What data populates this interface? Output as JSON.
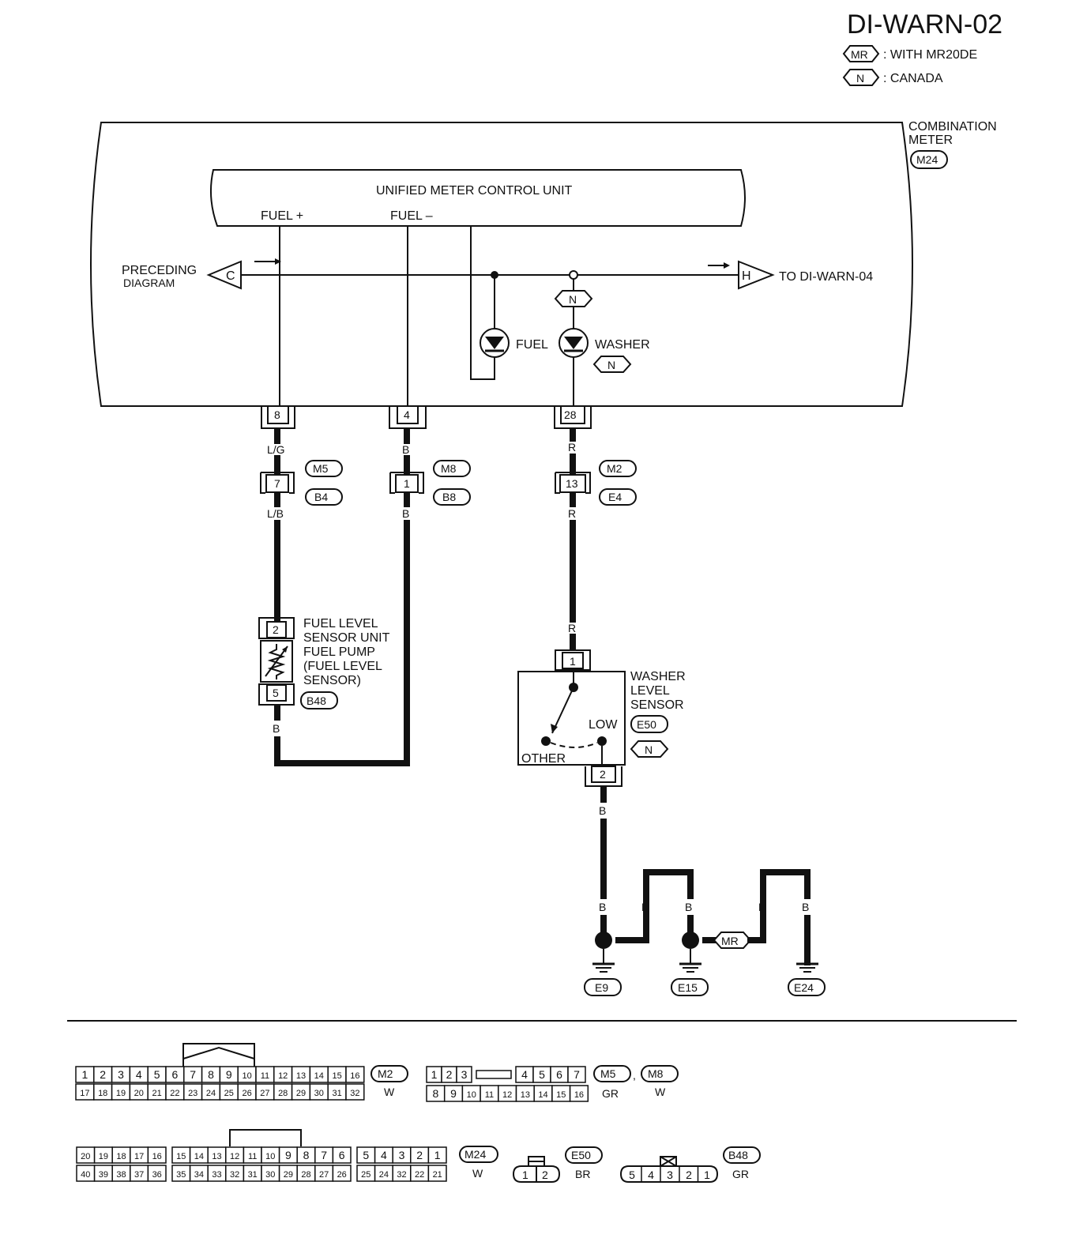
{
  "header": {
    "title": "DI-WARN-02",
    "legend": [
      {
        "tag": "MR",
        "text": ": WITH MR20DE"
      },
      {
        "tag": "N",
        "text": ": CANADA"
      }
    ]
  },
  "combination_meter": {
    "label_line1": "COMBINATION",
    "label_line2": "METER",
    "connector": "M24",
    "control_unit": "UNIFIED METER CONTROL UNIT",
    "fuel_plus": "FUEL +",
    "fuel_minus": "FUEL –",
    "preceding_line1": "PRECEDING",
    "preceding_line2": "DIAGRAM",
    "preceding_flag": "C",
    "to_flag": "H",
    "to_label": "TO DI-WARN-04",
    "fuel_lamp": "FUEL",
    "washer_lamp": "WASHER",
    "canada_tag": "N",
    "pins": [
      "8",
      "4",
      "28"
    ]
  },
  "wires": {
    "col1": {
      "top_color": "L/G",
      "joint_pin": "7",
      "joint_conn_a": "M5",
      "joint_conn_b": "B4",
      "bottom_color": "L/B",
      "sensor_color": "B"
    },
    "col2": {
      "top_color": "B",
      "joint_pin": "1",
      "joint_conn_a": "M8",
      "joint_conn_b": "B8",
      "bottom_color": "B"
    },
    "col3": {
      "top_color": "R",
      "joint_pin": "13",
      "joint_conn_a": "M2",
      "joint_conn_b": "E4",
      "bottom_color": "R",
      "sensor_in_color": "R",
      "sensor_out_color": "B"
    }
  },
  "fuel_sensor": {
    "line1": "FUEL LEVEL",
    "line2": "SENSOR UNIT",
    "line3": "FUEL PUMP",
    "line4": "(FUEL LEVEL",
    "line5": "SENSOR)",
    "pin_top": "2",
    "pin_bottom": "5",
    "connector": "B48"
  },
  "washer_sensor": {
    "line1": "WASHER",
    "line2": "LEVEL",
    "line3": "SENSOR",
    "low": "LOW",
    "other": "OTHER",
    "pin_top": "1",
    "pin_bottom": "2",
    "connector": "E50",
    "tag": "N"
  },
  "grounds": {
    "wire_labels": [
      "B",
      "B",
      "B",
      "B",
      "B"
    ],
    "mr_tag": "MR",
    "points": [
      "E9",
      "E15",
      "E24"
    ]
  },
  "connectors": {
    "m2": {
      "top": [
        "1",
        "2",
        "3",
        "4",
        "5",
        "6",
        "7",
        "8",
        "9",
        "10",
        "11",
        "12",
        "13",
        "14",
        "15",
        "16"
      ],
      "bottom": [
        "17",
        "18",
        "19",
        "20",
        "21",
        "22",
        "23",
        "24",
        "25",
        "26",
        "27",
        "28",
        "29",
        "30",
        "31",
        "32"
      ],
      "name": "M2",
      "color": "W"
    },
    "m5m8": {
      "top": [
        "1",
        "2",
        "3",
        "",
        "4",
        "5",
        "6",
        "7"
      ],
      "bottom": [
        "8",
        "9",
        "10",
        "11",
        "12",
        "13",
        "14",
        "15",
        "16"
      ],
      "name_a": "M5",
      "sep": ",",
      "name_b": "M8",
      "color_a": "GR",
      "color_b": "W"
    },
    "m24": {
      "top": [
        "20",
        "19",
        "18",
        "17",
        "16",
        "15",
        "14",
        "13",
        "12",
        "11",
        "10",
        "9",
        "8",
        "7",
        "6",
        "5",
        "4",
        "3",
        "2",
        "1"
      ],
      "bottom": [
        "40",
        "39",
        "38",
        "37",
        "36",
        "35",
        "34",
        "33",
        "32",
        "31",
        "30",
        "29",
        "28",
        "27",
        "26",
        "25",
        "24",
        "32",
        "22",
        "21"
      ],
      "name": "M24",
      "color": "W"
    },
    "e50": {
      "pins": [
        "1",
        "2"
      ],
      "name": "E50",
      "color": "BR"
    },
    "b48": {
      "pins": [
        "5",
        "4",
        "3",
        "2",
        "1"
      ],
      "name": "B48",
      "color": "GR"
    }
  }
}
